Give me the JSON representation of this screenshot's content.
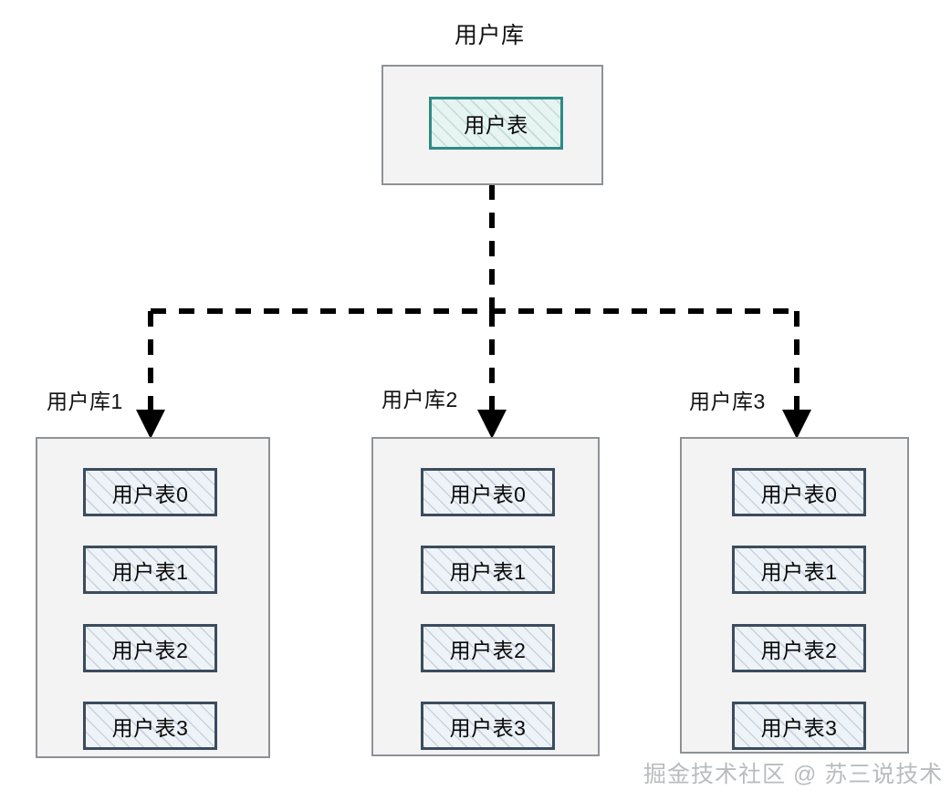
{
  "diagram": {
    "title": "用户库",
    "root_db": {
      "label": "用户库",
      "table": "用户表"
    },
    "shards": [
      {
        "label": "用户库1",
        "tables": [
          "用户表0",
          "用户表1",
          "用户表2",
          "用户表3"
        ]
      },
      {
        "label": "用户库2",
        "tables": [
          "用户表0",
          "用户表1",
          "用户表2",
          "用户表3"
        ]
      },
      {
        "label": "用户库3",
        "tables": [
          "用户表0",
          "用户表1",
          "用户表2",
          "用户表3"
        ]
      }
    ],
    "watermark": "掘金技术社区 @ 苏三说技术",
    "colors": {
      "root_table_border": "#2c8b84",
      "root_table_fill": "#e6f4f2",
      "shard_table_border": "#3b4c5e",
      "shard_table_fill": "#eef3f8",
      "container_border": "#8e9296",
      "container_fill": "#f3f3f3",
      "connector": "#000000",
      "watermark": "#b9bcbf"
    }
  }
}
